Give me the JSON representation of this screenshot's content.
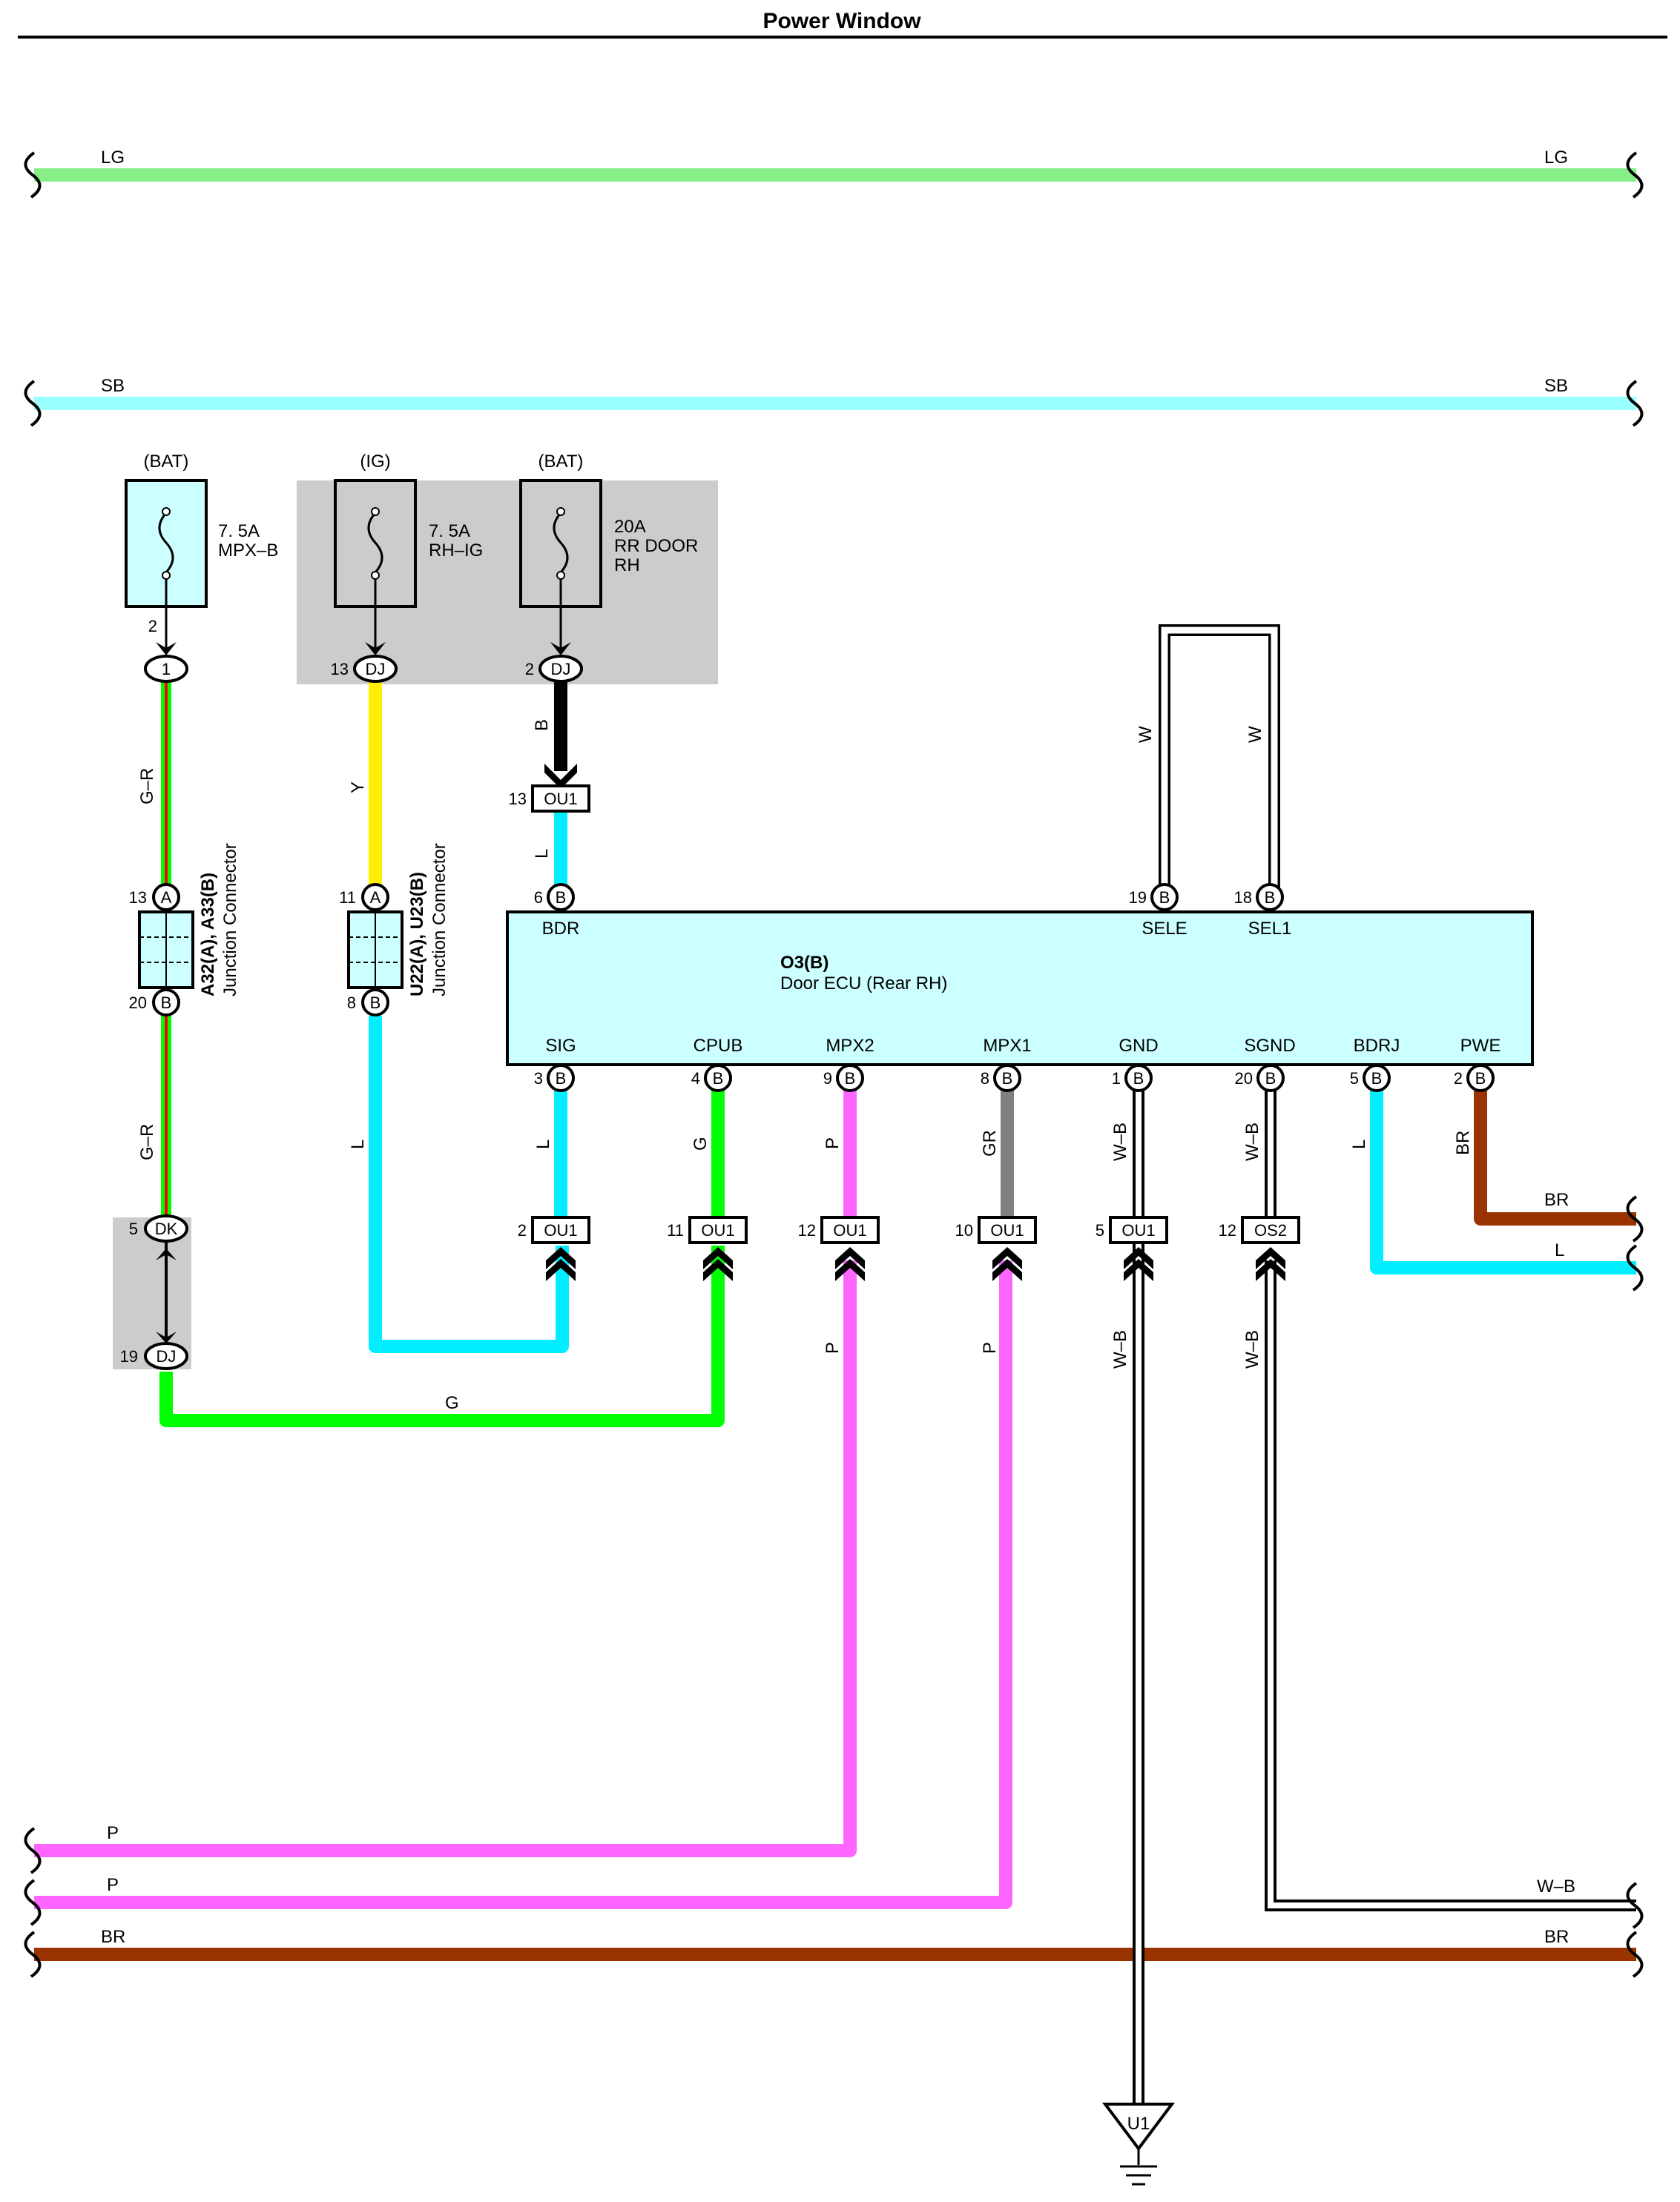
{
  "title": "Power Window",
  "colors": {
    "LG": "#86ef86",
    "SB": "#99ffff",
    "L": "#00eeff",
    "G": "#00ff00",
    "P": "#ff66ff",
    "GR": "#808080",
    "BR": "#993300",
    "Y": "#ffee00",
    "B": "#000000",
    "R": "#ff0000",
    "fuse_fill": "#ccffff",
    "ecu_fill": "#ccffff",
    "shade": "#cccccc"
  },
  "buses": {
    "lg": {
      "left": "LG",
      "right": "LG"
    },
    "sb": {
      "left": "SB",
      "right": "SB"
    },
    "p1": {
      "left": "P"
    },
    "p2": {
      "left": "P"
    },
    "br": {
      "left": "BR",
      "right": "BR"
    },
    "wb": {
      "right": "W–B"
    }
  },
  "fuses": [
    {
      "source": "(BAT)",
      "rating": "7. 5A",
      "name": "MPX–B"
    },
    {
      "source": "(IG)",
      "rating": "7. 5A",
      "name": "RH–IG"
    },
    {
      "source": "(BAT)",
      "rating": "20A",
      "name": "RR DOOR",
      "name2": "RH"
    }
  ],
  "junction_connectors": [
    {
      "id_line": "A32(A), A33(B)",
      "desc": "Junction Connector"
    },
    {
      "id_line": "U22(A), U23(B)",
      "desc": "Junction Connector"
    }
  ],
  "ecu": {
    "id": "O3(B)",
    "name": "Door ECU (Rear RH)"
  },
  "ecu_top_pins": [
    {
      "label": "BDR",
      "num": "6",
      "conn": "B"
    },
    {
      "label": "SELE",
      "num": "19",
      "conn": "B"
    },
    {
      "label": "SEL1",
      "num": "18",
      "conn": "B"
    }
  ],
  "ecu_bottom_pins": [
    {
      "label": "SIG",
      "num": "3",
      "conn": "B",
      "wire": "L"
    },
    {
      "label": "CPUB",
      "num": "4",
      "conn": "B",
      "wire": "G"
    },
    {
      "label": "MPX2",
      "num": "9",
      "conn": "B",
      "wire": "P"
    },
    {
      "label": "MPX1",
      "num": "8",
      "conn": "B",
      "wire": "GR"
    },
    {
      "label": "GND",
      "num": "1",
      "conn": "B",
      "wire": "W–B"
    },
    {
      "label": "SGND",
      "num": "20",
      "conn": "B",
      "wire": "W–B"
    },
    {
      "label": "BDRJ",
      "num": "5",
      "conn": "B",
      "wire": "L"
    },
    {
      "label": "PWE",
      "num": "2",
      "conn": "B",
      "wire": "BR"
    }
  ],
  "inline_connectors": [
    {
      "num": "13",
      "name": "OU1"
    },
    {
      "num": "2",
      "name": "OU1"
    },
    {
      "num": "11",
      "name": "OU1"
    },
    {
      "num": "12",
      "name": "OU1"
    },
    {
      "num": "10",
      "name": "OU1"
    },
    {
      "num": "5",
      "name": "OU1"
    },
    {
      "num": "12",
      "name": "OS2"
    }
  ],
  "junction_pins": [
    {
      "num": "2",
      "conn": ""
    },
    {
      "num": "",
      "conn": "1"
    },
    {
      "num": "13",
      "conn": "DJ"
    },
    {
      "num": "2",
      "conn": "DJ"
    },
    {
      "num": "13",
      "conn": "A"
    },
    {
      "num": "20",
      "conn": "B"
    },
    {
      "num": "11",
      "conn": "A"
    },
    {
      "num": "8",
      "conn": "B"
    },
    {
      "num": "5",
      "conn": "DK"
    },
    {
      "num": "19",
      "conn": "DJ"
    }
  ],
  "wire_labels": {
    "gr_top": "G–R",
    "gr_bottom": "G–R",
    "y": "Y",
    "b": "B",
    "l_ou1": "L",
    "l_left": "L",
    "g_bottom": "G",
    "w1": "W",
    "w2": "W",
    "sig": "L",
    "cpub": "G",
    "mpx2": "P",
    "mpx1": "GR",
    "gnd": "W–B",
    "sgnd": "W–B",
    "bdrj": "L",
    "pwe": "BR",
    "p_low1": "P",
    "p_low2": "P",
    "wb_low1": "W–B",
    "wb_low2": "W–B",
    "br_right": "BR",
    "l_right": "L"
  },
  "ground": {
    "name": "U1"
  }
}
